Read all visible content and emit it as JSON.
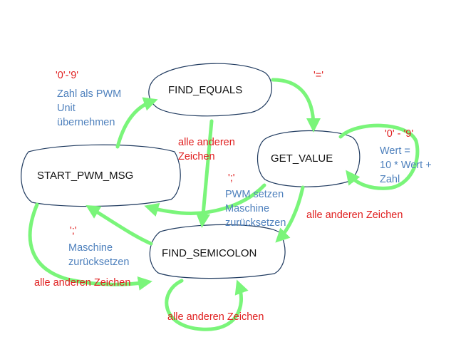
{
  "colors": {
    "arrow": "#7af57a",
    "state_stroke": "#1f3a5f",
    "state_text": "#111111",
    "trigger_text": "#e02020",
    "action_text": "#4f81bd"
  },
  "states": {
    "find_equals": "FIND_EQUALS",
    "get_value": "GET_VALUE",
    "start_pwm_msg": "START_PWM_MSG",
    "find_semicolon": "FIND_SEMICOLON"
  },
  "transitions": {
    "start_to_equals": {
      "trigger": "'0'-'9'",
      "action": [
        "Zahl als PWM",
        "Unit",
        "übernehmen"
      ]
    },
    "equals_to_getvalue": {
      "trigger": "'='"
    },
    "equals_to_semicolon": {
      "trigger": [
        "alle anderen",
        "Zeichen"
      ]
    },
    "getvalue_self": {
      "trigger": "'0' - '9'",
      "action": [
        "Wert =",
        "10 * Wert +",
        "Zahl"
      ]
    },
    "getvalue_to_start": {
      "trigger": "';'",
      "action": [
        "PWM setzen",
        "Maschine",
        "zurücksetzen"
      ]
    },
    "getvalue_to_semicolon": {
      "trigger": "alle anderen Zeichen"
    },
    "semicolon_to_start": {
      "trigger": "';'",
      "action": [
        "Maschine",
        "zurücksetzen"
      ]
    },
    "start_to_semicolon": {
      "trigger": "alle anderen Zeichen"
    },
    "semicolon_self": {
      "trigger": "alle anderen Zeichen"
    }
  }
}
